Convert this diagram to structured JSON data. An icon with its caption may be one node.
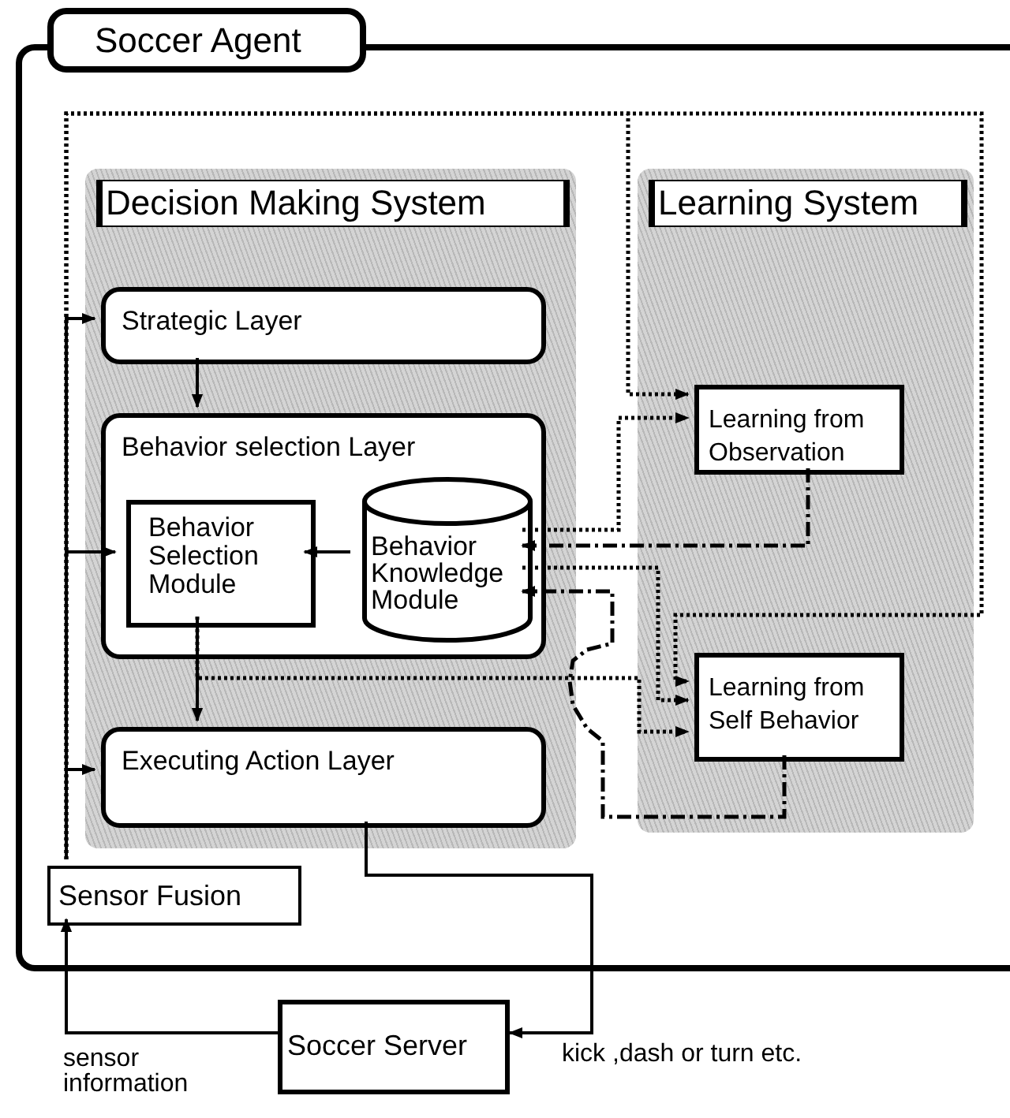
{
  "diagram": {
    "nodes": [
      {
        "text": [
          "Soccer Agent"
        ]
      },
      {
        "text": [
          "Decision Making System"
        ],
        "in": 0
      },
      {
        "text": [
          "Learning System"
        ],
        "in": 0
      },
      {
        "text": [
          "Strategic Layer"
        ],
        "in": 1
      },
      {
        "text": [
          "Behavior selection Layer"
        ],
        "in": 1
      },
      {
        "text": [
          "Behavior Selection Module"
        ],
        "in": 4
      },
      {
        "text": [
          "Behavior Knowledge Module"
        ],
        "in": 4
      },
      {
        "text": [
          "Executing Action Layer"
        ],
        "in": 1
      },
      {
        "text": [
          "Learning from Observation"
        ],
        "in": 2
      },
      {
        "text": [
          "Learning from Self Behavior"
        ],
        "in": 2
      },
      {
        "text": [
          "Sensor Fusion"
        ],
        "in": 0
      },
      {
        "text": [
          "Soccer Server"
        ]
      }
    ],
    "edges": [
      {
        "from": 3,
        "to": 4,
        "arrow": "to"
      },
      {
        "from": 6,
        "to": 5,
        "arrow": "to"
      },
      {
        "from": 5,
        "to": 7,
        "arrow": "to"
      },
      {
        "from": 7,
        "to": 11,
        "arrow": "to",
        "label": "kick ,dash or turn etc."
      },
      {
        "from": 11,
        "to": 10,
        "arrow": "to",
        "label": "sensor information"
      },
      {
        "from": 10,
        "to": 3,
        "arrow": "to"
      },
      {
        "from": 10,
        "to": 5,
        "arrow": "to"
      },
      {
        "from": 10,
        "to": 7,
        "arrow": "to"
      },
      {
        "from": 10,
        "to": 8,
        "arrow": "to",
        "style": "dashed"
      },
      {
        "from": 10,
        "to": 9,
        "arrow": "to",
        "style": "dashed"
      },
      {
        "from": 6,
        "to": 8,
        "arrow": "to",
        "style": "dashed"
      },
      {
        "from": 8,
        "to": 6,
        "arrow": "to",
        "style": "dashed"
      },
      {
        "from": 6,
        "to": 9,
        "arrow": "to",
        "style": "dashed"
      },
      {
        "from": 9,
        "to": 6,
        "arrow": "to",
        "style": "dashed"
      },
      {
        "from": 5,
        "to": 9,
        "arrow": "to",
        "style": "dashed"
      }
    ]
  }
}
